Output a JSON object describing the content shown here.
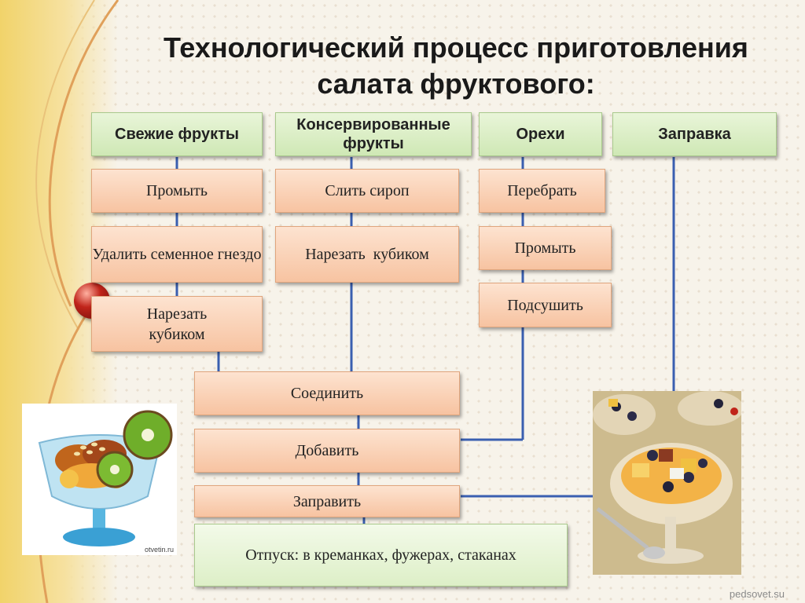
{
  "title": {
    "line1": "Технологический процесс приготовления",
    "line2": "салата фруктового:"
  },
  "columns": {
    "fresh": {
      "header": "Свежие фрукты",
      "steps": [
        "Промыть",
        "Удалить семенное гнездо",
        "Нарезать кубиком"
      ]
    },
    "canned": {
      "header": "Консервированные фрукты",
      "steps": [
        "Слить сироп",
        "Нарезать  кубиком"
      ]
    },
    "nuts": {
      "header": "Орехи",
      "steps": [
        "Перебрать",
        "Промыть",
        "Подсушить"
      ]
    },
    "dressing": {
      "header": "Заправка"
    }
  },
  "flow": {
    "combine": "Соединить",
    "add": "Добавить",
    "dress": "Заправить",
    "serve": "Отпуск: в креманках, фужерах, стаканах"
  },
  "photo_captions": {
    "left": "otvetin.ru"
  },
  "watermark": "pedsovet.su",
  "colors": {
    "header_green": "#cfe8b5",
    "step_peach": "#f7c3a1",
    "connector_blue": "#3a5fb0"
  }
}
